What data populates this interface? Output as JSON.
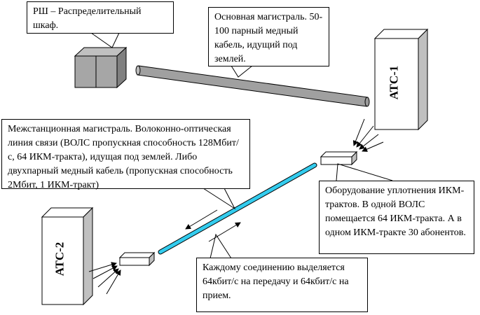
{
  "callouts": {
    "cabinet": "РШ – Распределительный шкаф.",
    "main_line": "Основная магистраль. 50-100 парный медный кабель, идущий под землей.",
    "interstation": "Межстанционная магистраль. Волоконно-оптическая линия связи (ВОЛС пропускная способность 128Мбит/с, 64 ИКМ-тракта), идущая под землей. Либо двухпарный медный кабель (пропускная способность 2Мбит, 1 ИКМ-тракт)",
    "equipment": "Оборудование уплотнения ИКМ-трактов. В одной ВОЛС помещается 64 ИКМ-тракта. А в одном  ИКМ-тракте 30 абонентов.",
    "connection": "Каждому соединению выделяется 64кбит/с на передачу и 64кбит/с на прием."
  },
  "stations": {
    "atc1": "АТС-1",
    "atc2": "АТС-2"
  },
  "colors": {
    "fiber": "#33ccee",
    "cabinet": "#999999",
    "pipe": "#a0a0a0"
  }
}
